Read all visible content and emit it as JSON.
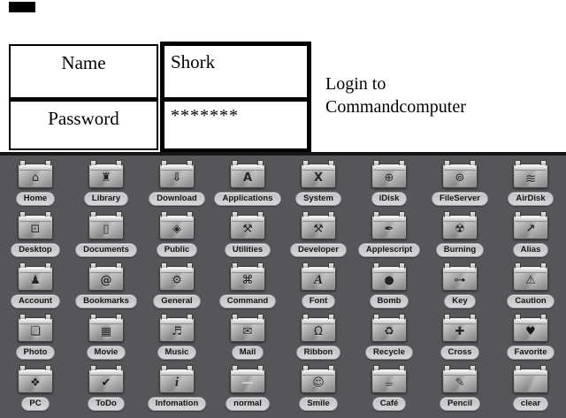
{
  "login": {
    "name_label": "Name",
    "name_value": "Shork",
    "password_label": "Password",
    "password_value": "*******",
    "caption_line1": "Login to",
    "caption_line2": "Commandcomputer"
  },
  "colors": {
    "background_top": "#ffffff",
    "background_grid": "#565659",
    "divider_strip": "#161616",
    "table_border": "#000000",
    "pill_background": "#cfcfd1",
    "pill_text": "#141414"
  },
  "icon_grid": {
    "items": [
      {
        "label": "Home",
        "icon": "home",
        "glyph": "⌂"
      },
      {
        "label": "Library",
        "icon": "library",
        "glyph": "♜"
      },
      {
        "label": "Download",
        "icon": "download",
        "glyph": "⇩"
      },
      {
        "label": "Applications",
        "icon": "applications",
        "glyph": "A"
      },
      {
        "label": "System",
        "icon": "system",
        "glyph": "X"
      },
      {
        "label": "iDisk",
        "icon": "idisk",
        "glyph": "⊕"
      },
      {
        "label": "FileServer",
        "icon": "fileserver",
        "glyph": "⊚"
      },
      {
        "label": "AirDisk",
        "icon": "airdisk",
        "glyph": "≋"
      },
      {
        "label": "Desktop",
        "icon": "desktop",
        "glyph": "⊡"
      },
      {
        "label": "Documents",
        "icon": "documents",
        "glyph": "▯"
      },
      {
        "label": "Public",
        "icon": "public",
        "glyph": "◈"
      },
      {
        "label": "Utilities",
        "icon": "utilities",
        "glyph": "⚒"
      },
      {
        "label": "Developer",
        "icon": "developer",
        "glyph": "⚒"
      },
      {
        "label": "Applescript",
        "icon": "applescript",
        "glyph": "✒"
      },
      {
        "label": "Burning",
        "icon": "burning",
        "glyph": "☢"
      },
      {
        "label": "Alias",
        "icon": "alias",
        "glyph": "↗"
      },
      {
        "label": "Account",
        "icon": "account",
        "glyph": "♟"
      },
      {
        "label": "Bookmarks",
        "icon": "bookmarks",
        "glyph": "@"
      },
      {
        "label": "General",
        "icon": "general",
        "glyph": "⚙"
      },
      {
        "label": "Command",
        "icon": "command",
        "glyph": "⌘"
      },
      {
        "label": "Font",
        "icon": "font",
        "glyph": "A"
      },
      {
        "label": "Bomb",
        "icon": "bomb",
        "glyph": "●"
      },
      {
        "label": "Key",
        "icon": "key",
        "glyph": "⊶"
      },
      {
        "label": "Caution",
        "icon": "caution",
        "glyph": "⚠"
      },
      {
        "label": "Photo",
        "icon": "photo",
        "glyph": "❏"
      },
      {
        "label": "Movie",
        "icon": "movie",
        "glyph": "▦"
      },
      {
        "label": "Music",
        "icon": "music",
        "glyph": "♬"
      },
      {
        "label": "Mail",
        "icon": "mail",
        "glyph": "✉"
      },
      {
        "label": "Ribbon",
        "icon": "ribbon",
        "glyph": "Ω"
      },
      {
        "label": "Recycle",
        "icon": "recycle",
        "glyph": "♻"
      },
      {
        "label": "Cross",
        "icon": "cross",
        "glyph": "✚"
      },
      {
        "label": "Favorite",
        "icon": "favorite",
        "glyph": "♥"
      },
      {
        "label": "PC",
        "icon": "pc",
        "glyph": "❖"
      },
      {
        "label": "ToDo",
        "icon": "todo",
        "glyph": "✔"
      },
      {
        "label": "Infomation",
        "icon": "infomation",
        "glyph": "i"
      },
      {
        "label": "normal",
        "icon": "normal",
        "glyph": "—"
      },
      {
        "label": "Smile",
        "icon": "smile",
        "glyph": "☺"
      },
      {
        "label": "Café",
        "icon": "cafe",
        "glyph": "☕"
      },
      {
        "label": "Pencil",
        "icon": "pencil",
        "glyph": "✎"
      },
      {
        "label": "clear",
        "icon": "clear",
        "glyph": ""
      }
    ]
  }
}
